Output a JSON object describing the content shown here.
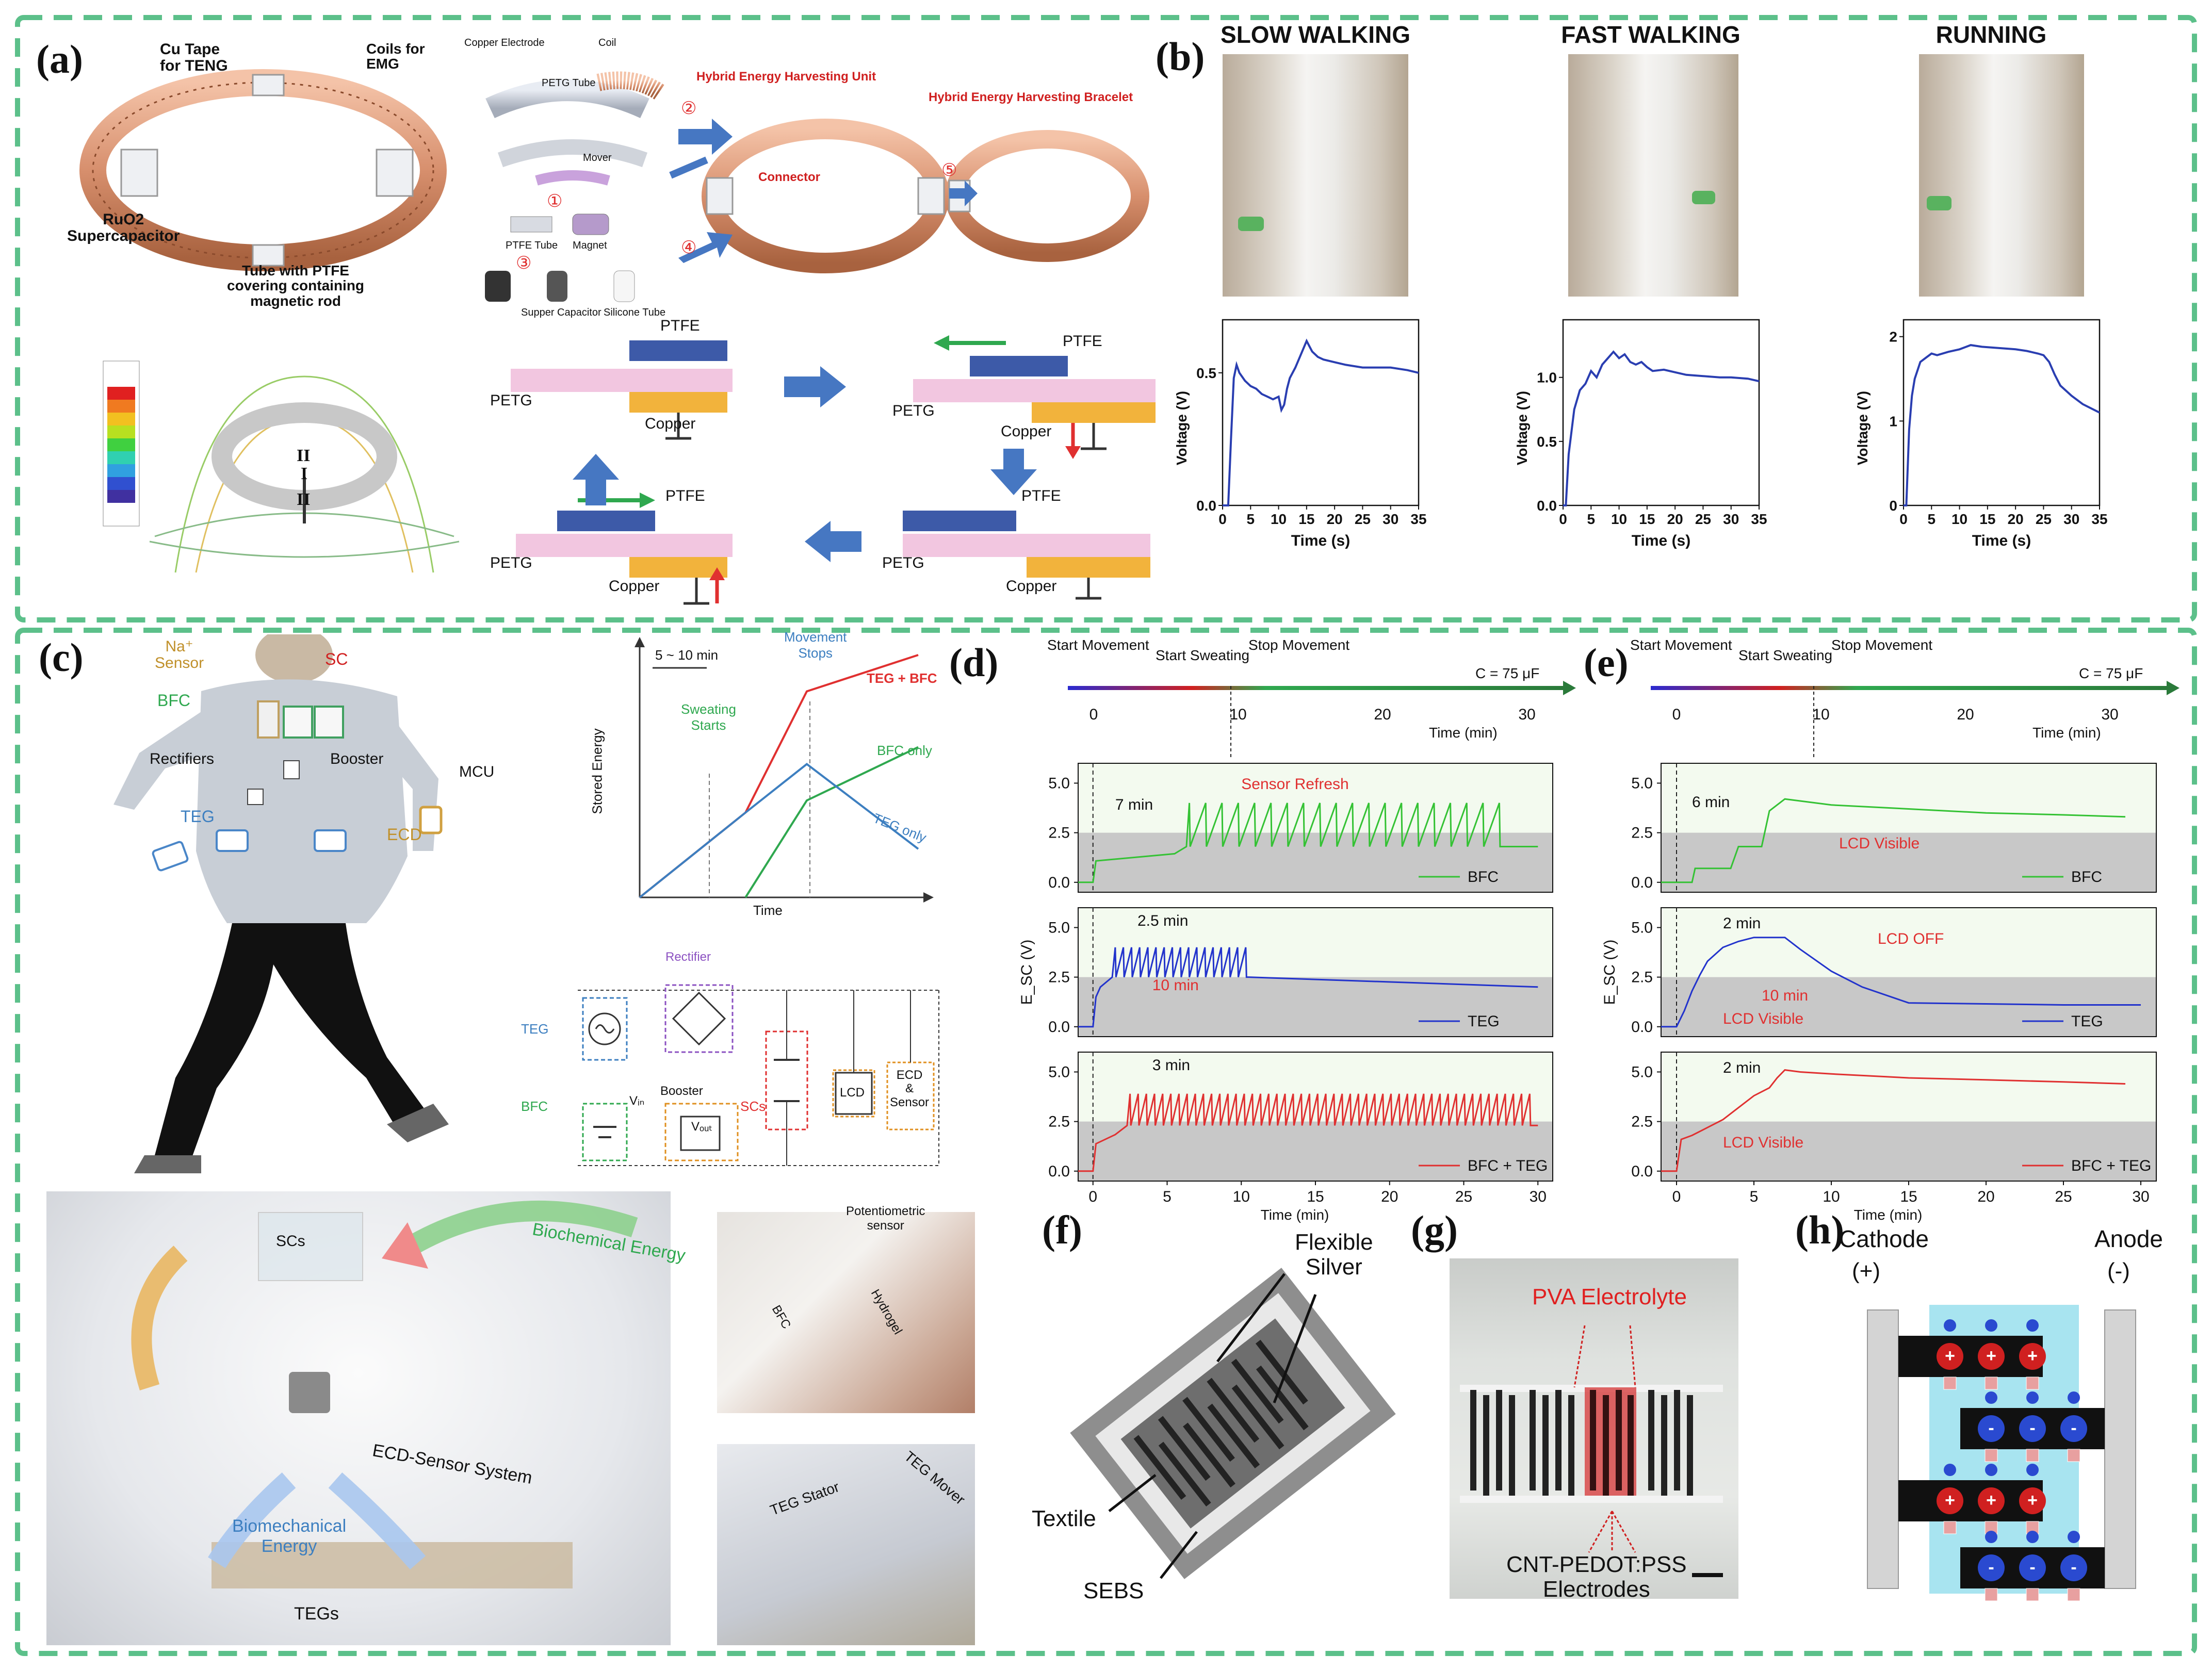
{
  "panels": {
    "a": "(a)",
    "b": "(b)",
    "c": "(c)",
    "d": "(d)",
    "e": "(e)",
    "f": "(f)",
    "g": "(g)",
    "h": "(h)"
  },
  "colors": {
    "frame": "#5cc08a",
    "copper": "#d78f6d",
    "ptfe": "#3d5aa8",
    "petg": "#f2c6e0",
    "copper_plate": "#f2b33c",
    "arrow_blue": "#4677c2",
    "green_arrow": "#2fa84f",
    "bfc": "#34c234",
    "teg": "#2233cc",
    "bfc_teg": "#e03030",
    "grey_band": "#c8c8c8",
    "green_band": "#e6f4dd",
    "blue_band": "#dfe8f6",
    "pink_band": "#f8dede"
  },
  "a": {
    "labels": {
      "cu_tape": "Cu Tape\nfor TENG",
      "coils": "Coils for\nEMG",
      "ruo2": "RuO2\nSupercapacitor",
      "tube": "Tube with PTFE\ncovering containing\nmagnetic rod",
      "copper_electrode": "Copper Electrode",
      "coil": "Coil",
      "petg_tube": "PETG Tube",
      "mover": "Mover",
      "ptfe_tube": "PTFE Tube",
      "magnet": "Magnet",
      "supper_capacitor": "Supper Capacitor",
      "silicone_tube": "Silicone Tube",
      "hybrid_unit": "Hybrid Energy Harvesting Unit",
      "connector": "Connector",
      "hybrid_bracelet": "Hybrid Energy Harvesting Bracelet",
      "step1": "①",
      "step2": "②",
      "step3": "③",
      "step4": "④",
      "step5": "⑤"
    },
    "teng": {
      "ptfe": "PTFE",
      "petg": "PETG",
      "copper": "Copper",
      "roman_one": "I",
      "roman_two": "II"
    }
  },
  "b": {
    "titles": [
      "SLOW WALKING",
      "FAST WALKING",
      "RUNNING"
    ],
    "charts": [
      {
        "type": "line",
        "xlabel": "Time (s)",
        "ylabel": "Voltage (V)",
        "xlim": [
          0,
          35
        ],
        "ylim": [
          0,
          0.7
        ],
        "xticks": [
          "0",
          "5",
          "10",
          "15",
          "20",
          "25",
          "30",
          "35"
        ],
        "yticks": [
          0,
          0.5
        ],
        "ytick_labels": [
          "0.0",
          "0.5"
        ],
        "x": [
          0,
          1,
          1.5,
          2,
          2.5,
          3,
          4,
          5,
          6,
          7,
          8,
          9,
          10,
          10.5,
          11,
          11.5,
          12,
          13,
          14,
          15,
          16,
          17,
          18,
          20,
          22,
          25,
          28,
          30,
          33,
          35
        ],
        "y": [
          0,
          0,
          0.25,
          0.48,
          0.53,
          0.5,
          0.47,
          0.45,
          0.44,
          0.42,
          0.41,
          0.4,
          0.41,
          0.36,
          0.38,
          0.44,
          0.48,
          0.52,
          0.57,
          0.62,
          0.58,
          0.56,
          0.55,
          0.54,
          0.53,
          0.52,
          0.52,
          0.52,
          0.51,
          0.5
        ]
      },
      {
        "type": "line",
        "xlabel": "Time (s)",
        "ylabel": "Voltage (V)",
        "xlim": [
          0,
          35
        ],
        "ylim": [
          0,
          1.45
        ],
        "xticks": [
          "0",
          "5",
          "10",
          "15",
          "20",
          "25",
          "30",
          "35"
        ],
        "yticks": [
          0,
          0.5,
          1.0
        ],
        "ytick_labels": [
          "0.0",
          "0.5",
          "1.0"
        ],
        "x": [
          0,
          0.5,
          1,
          2,
          3,
          4,
          5,
          6,
          7,
          8,
          9,
          10,
          11,
          12,
          13,
          14,
          15,
          16,
          18,
          20,
          22,
          25,
          28,
          30,
          33,
          35
        ],
        "y": [
          0,
          0,
          0.4,
          0.75,
          0.9,
          0.95,
          1.05,
          1.0,
          1.1,
          1.15,
          1.2,
          1.15,
          1.18,
          1.12,
          1.1,
          1.12,
          1.08,
          1.05,
          1.06,
          1.04,
          1.02,
          1.01,
          1.0,
          1.0,
          0.99,
          0.97
        ]
      },
      {
        "type": "line",
        "xlabel": "Time (s)",
        "ylabel": "Voltage (V)",
        "xlim": [
          0,
          35
        ],
        "ylim": [
          0,
          2.2
        ],
        "xticks": [
          "0",
          "5",
          "10",
          "15",
          "20",
          "25",
          "30",
          "35"
        ],
        "yticks": [
          0,
          1,
          2
        ],
        "ytick_labels": [
          "0",
          "1",
          "2"
        ],
        "x": [
          0,
          0.5,
          1,
          1.5,
          2,
          3,
          4,
          5,
          6,
          8,
          10,
          12,
          14,
          16,
          18,
          20,
          22,
          24,
          25,
          26,
          27,
          28,
          30,
          32,
          35
        ],
        "y": [
          0,
          0,
          0.9,
          1.3,
          1.5,
          1.7,
          1.75,
          1.8,
          1.78,
          1.82,
          1.85,
          1.9,
          1.88,
          1.87,
          1.86,
          1.85,
          1.83,
          1.8,
          1.78,
          1.7,
          1.55,
          1.42,
          1.3,
          1.2,
          1.1
        ]
      }
    ]
  },
  "c": {
    "labels": {
      "na_sensor": "Na⁺\nSensor",
      "sc": "SC",
      "bfc": "BFC",
      "rectifiers": "Rectifiers",
      "booster": "Booster",
      "mcu": "MCU",
      "teg": "TEG",
      "ecd": "ECD"
    },
    "energy_chart": {
      "type": "line",
      "xlabel": "Time",
      "ylabel": "Stored Energy",
      "interval": "5 ~ 10 min",
      "sweating": "Sweating\nStarts",
      "stops": "Movement\nStops",
      "series": [
        {
          "name": "TEG + BFC",
          "x": [
            0,
            0.38,
            0.6,
            1
          ],
          "y": [
            0,
            0.35,
            0.85,
            1.0
          ]
        },
        {
          "name": "BFC only",
          "x": [
            0.38,
            0.6,
            1
          ],
          "y": [
            0,
            0.4,
            0.62
          ]
        },
        {
          "name": "TEG only",
          "x": [
            0,
            0.38,
            0.6,
            1
          ],
          "y": [
            0,
            0.35,
            0.55,
            0.2
          ]
        }
      ]
    },
    "circuit": {
      "rectifier": "Rectifier",
      "teg": "TEG",
      "bfc": "BFC",
      "vin": "Vᵢₙ",
      "booster": "Booster",
      "vout": "Vₒᵤₜ",
      "scs": "SCs",
      "lcd": "LCD",
      "ecd": "ECD\n&\nSensor"
    },
    "photo_labels": {
      "scs": "SCs",
      "biochemical": "Biochemical Energy",
      "ecd_sensor": "ECD-Sensor System",
      "biomechanical": "Biomechanical\nEnergy",
      "tegs": "TEGs",
      "potentiometric": "Potentiometric\nsensor",
      "bfc": "BFC",
      "hydrogel": "Hydrogel",
      "teg_stator": "TEG Stator",
      "teg_mover": "TEG Mover"
    }
  },
  "d": {
    "timeline": {
      "start_movement": "Start Movement",
      "start_sweating": "Start Sweating",
      "stop_movement": "Stop Movement",
      "capacitance": "C = 75 μF",
      "ticks": [
        "0",
        "10",
        "20",
        "30"
      ],
      "unit": "Time (min)"
    },
    "ylabel": "E_SC (V)",
    "xlabel": "Time (min)",
    "xticks": [
      "0",
      "5",
      "10",
      "15",
      "20",
      "25",
      "30"
    ],
    "yticks": [
      "0.0",
      "2.5",
      "5.0"
    ],
    "annotations": {
      "seven_min": "7 min",
      "sensor_refresh": "Sensor Refresh",
      "two_five_min": "2.5 min",
      "ten_min": "10 min",
      "three_min": "3 min"
    },
    "chart_data": [
      {
        "type": "line",
        "name": "BFC",
        "xlim": [
          -1,
          31
        ],
        "ylim": [
          -0.5,
          6
        ],
        "pattern": "sawtooth",
        "start": 6.5,
        "end": 28,
        "base": 1.8,
        "peak": 4.0
      },
      {
        "type": "line",
        "name": "TEG",
        "xlim": [
          -1,
          31
        ],
        "ylim": [
          -0.5,
          6
        ],
        "pattern": "sawtooth",
        "start": 1.5,
        "end": 10.5,
        "base": 2.5,
        "peak": 4.0
      },
      {
        "type": "line",
        "name": "BFC + TEG",
        "xlim": [
          -1,
          31
        ],
        "ylim": [
          -0.5,
          6
        ],
        "pattern": "sawtooth",
        "start": 2.5,
        "end": 30,
        "base": 2.3,
        "peak": 3.9
      }
    ]
  },
  "e": {
    "timeline": {
      "start_movement": "Start Movement",
      "start_sweating": "Start Sweating",
      "stop_movement": "Stop Movement",
      "capacitance": "C = 75 μF",
      "ticks": [
        "0",
        "10",
        "20",
        "30"
      ],
      "unit": "Time (min)"
    },
    "ylabel": "E_SC (V)",
    "xlabel": "Time (min)",
    "xticks": [
      "0",
      "5",
      "10",
      "15",
      "20",
      "25",
      "30"
    ],
    "yticks": [
      "0.0",
      "2.5",
      "5.0"
    ],
    "annotations": {
      "six_min": "6 min",
      "lcd_visible": "LCD Visible",
      "two_min": "2 min",
      "lcd_off": "LCD OFF",
      "ten_min": "10 min"
    },
    "chart_data": [
      {
        "type": "line",
        "name": "BFC",
        "x": [
          -1,
          1,
          1.2,
          3.5,
          4,
          5.5,
          6,
          7,
          10,
          15,
          20,
          25,
          29
        ],
        "y": [
          0,
          0,
          0.7,
          0.7,
          1.8,
          1.8,
          3.6,
          4.2,
          3.9,
          3.7,
          3.5,
          3.4,
          3.3
        ]
      },
      {
        "type": "line",
        "name": "TEG",
        "x": [
          -1,
          0,
          0.5,
          1,
          1.5,
          2,
          3,
          4,
          5,
          6,
          7,
          8,
          10,
          12,
          15,
          20,
          25,
          30
        ],
        "y": [
          0,
          0,
          0.8,
          1.8,
          2.6,
          3.3,
          4.0,
          4.3,
          4.5,
          4.5,
          4.5,
          3.9,
          2.8,
          2.0,
          1.2,
          1.15,
          1.1,
          1.1
        ]
      },
      {
        "type": "line",
        "name": "BFC + TEG",
        "x": [
          -1,
          0,
          0.3,
          1,
          2,
          3,
          4,
          5,
          6,
          6.5,
          7,
          8,
          10,
          15,
          20,
          25,
          29
        ],
        "y": [
          0,
          0,
          1.6,
          1.8,
          2.2,
          2.6,
          3.2,
          3.8,
          4.2,
          4.7,
          5.1,
          5.0,
          4.9,
          4.7,
          4.6,
          4.5,
          4.4
        ]
      }
    ]
  },
  "f": {
    "flexible_silver": "Flexible\nSilver",
    "textile": "Textile",
    "sebs": "SEBS"
  },
  "g": {
    "pva": "PVA Electrolyte",
    "electrodes": "CNT-PEDOT:PSS\nElectrodes"
  },
  "h": {
    "cathode": "Cathode",
    "plus": "(+)",
    "anode": "Anode",
    "minus": "(-)",
    "plus_sign": "+",
    "minus_sign": "-"
  }
}
